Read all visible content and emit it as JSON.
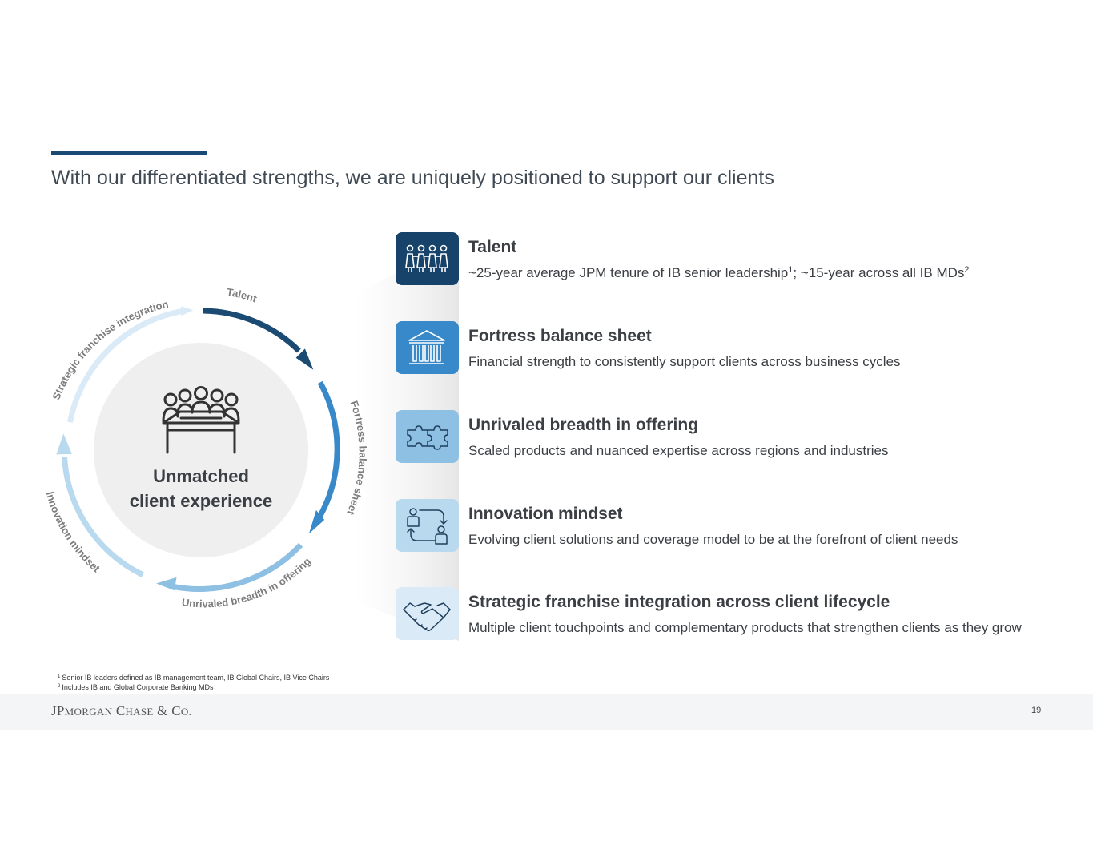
{
  "title": "With our differentiated strengths, we are uniquely positioned to support our clients",
  "center": {
    "line1": "Unmatched",
    "line2": "client experience"
  },
  "cycle_labels": {
    "talent": "Talent",
    "fortress": "Fortress balance sheet",
    "unrivaled": "Unrivaled breadth in offering",
    "innovation": "Innovation mindset",
    "strategic": "Strategic franchise integration"
  },
  "items": [
    {
      "title": "Talent",
      "desc_a": "~25-year average JPM tenure of IB senior leadership",
      "sup_a": "1",
      "desc_b": "; ~15-year across all IB MDs",
      "sup_b": "2",
      "color": "#17436b",
      "icon": "people-group-icon"
    },
    {
      "title": "Fortress balance sheet",
      "desc": "Financial strength to consistently support clients across business cycles",
      "color": "#3889c9",
      "icon": "bank-building-icon"
    },
    {
      "title": "Unrivaled breadth in offering",
      "desc": "Scaled products and nuanced expertise across regions and industries",
      "color": "#8ec0e4",
      "icon": "puzzle-icon"
    },
    {
      "title": "Innovation mindset",
      "desc": "Evolving client solutions and coverage model to be at the forefront of client needs",
      "color": "#b9d9ef",
      "icon": "exchange-people-icon"
    },
    {
      "title": "Strategic franchise integration across client lifecycle",
      "desc": "Multiple client touchpoints and complementary products that strengthen clients as they grow",
      "color": "#daeaf6",
      "icon": "handshake-icon"
    }
  ],
  "footnotes": [
    {
      "mark": "1",
      "text": "Senior IB leaders defined as IB management team, IB Global Chairs, IB Vice Chairs"
    },
    {
      "mark": "2",
      "text": "Includes IB and Global Corporate Banking MDs"
    }
  ],
  "footer": {
    "logo_a": "JP",
    "logo_b": "MORGAN",
    "logo_c": " C",
    "logo_d": "HASE",
    "logo_e": " & C",
    "logo_f": "O.",
    "page_number": "19"
  }
}
